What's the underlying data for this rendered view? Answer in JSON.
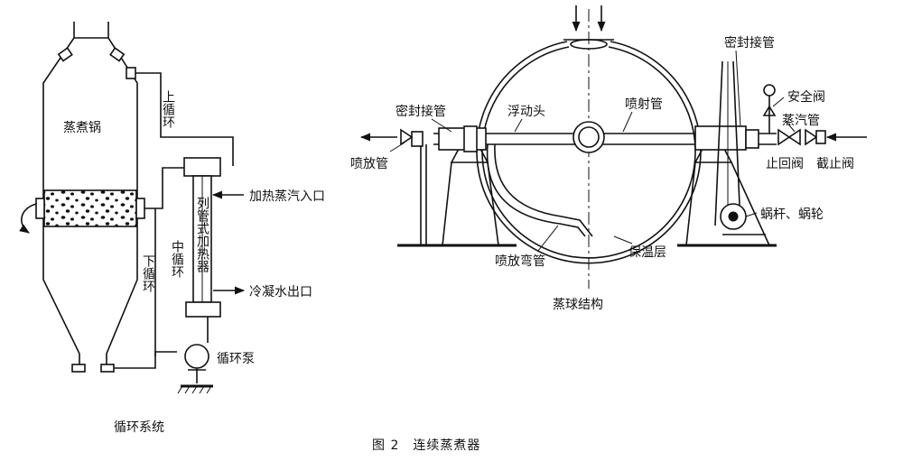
{
  "left_diagram": {
    "vessel_label": "蒸煮锅",
    "upper_circulation": "上循环",
    "middle_circulation": "中循环",
    "lower_circulation": "下循环",
    "heater_label": "列管式加热器",
    "steam_inlet": "加热蒸汽入口",
    "condensate_outlet": "冷凝水出口",
    "pump_label": "循环泵",
    "caption": "循环系统"
  },
  "right_diagram": {
    "seal_joint_left": "密封接管",
    "floating_head": "浮动头",
    "spray_pipe": "喷射管",
    "seal_joint_right": "密封接管",
    "safety_valve": "安全阀",
    "steam_pipe": "蒸汽管",
    "blowdown_pipe": "喷放管",
    "check_valve": "止回阀",
    "stop_valve": "截止阀",
    "worm_gear": "蜗杆、蜗轮",
    "blowdown_elbow": "喷放弯管",
    "insulation": "保温层",
    "caption": "蒸球结构"
  },
  "figure_caption": "图 2　连续蒸煮器"
}
